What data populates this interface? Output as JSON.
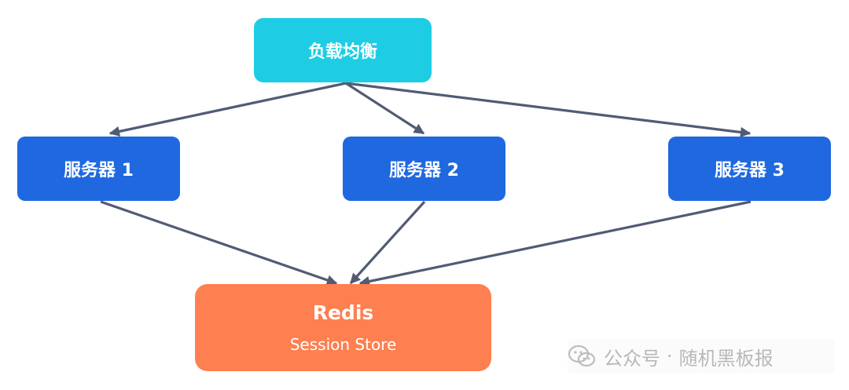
{
  "nodes": {
    "load_balancer": "负载均衡",
    "server1": "服务器 1",
    "server2": "服务器 2",
    "server3": "服务器 3",
    "redis_title": "Redis",
    "redis_subtitle": "Session Store"
  },
  "watermark": {
    "prefix": "公众号",
    "separator": "·",
    "name": "随机黑板报",
    "icon": "wechat-icon"
  },
  "colors": {
    "load_balancer": "#1ecde4",
    "server": "#1f68e0",
    "redis": "#fe7f4f",
    "edge": "#515b74"
  },
  "edges": [
    {
      "from": "load_balancer",
      "to": "server1"
    },
    {
      "from": "load_balancer",
      "to": "server2"
    },
    {
      "from": "load_balancer",
      "to": "server3"
    },
    {
      "from": "server1",
      "to": "redis"
    },
    {
      "from": "server2",
      "to": "redis"
    },
    {
      "from": "server3",
      "to": "redis"
    }
  ]
}
